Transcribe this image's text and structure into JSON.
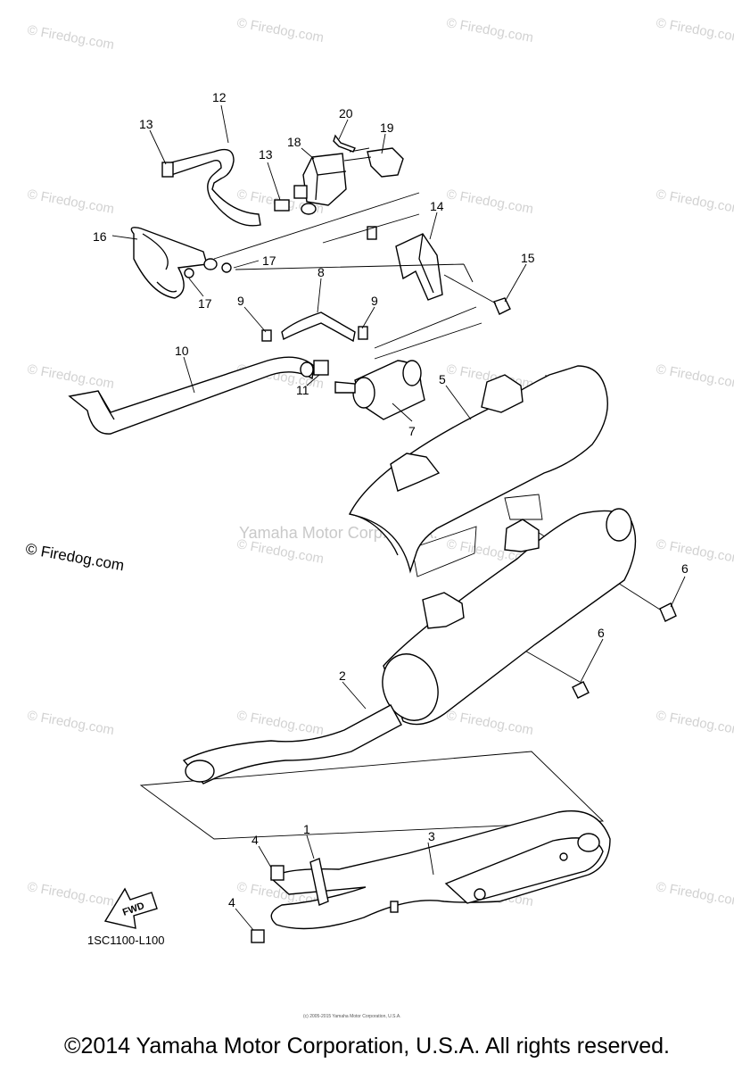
{
  "watermark": {
    "text": "© Firedog.com"
  },
  "ghost_label": "Yamaha Motor Corp. U.S.A.",
  "diagram_code": "1SC1100-L100",
  "fwd_label": "FWD",
  "tiny_copyright": "(c) 2005-2015 Yamaha Motor Corporation, U.S.A.",
  "footer": "©2014 Yamaha Motor Corporation, U.S.A. All rights reserved.",
  "callouts": {
    "c1": "1",
    "c2": "2",
    "c3": "3",
    "c4a": "4",
    "c4b": "4",
    "c5": "5",
    "c6a": "6",
    "c6b": "6",
    "c7": "7",
    "c8": "8",
    "c9a": "9",
    "c9b": "9",
    "c10": "10",
    "c11": "11",
    "c12": "12",
    "c13a": "13",
    "c13b": "13",
    "c14": "14",
    "c15": "15",
    "c16": "16",
    "c17a": "17",
    "c17b": "17",
    "c18": "18",
    "c19": "19",
    "c20": "20"
  }
}
